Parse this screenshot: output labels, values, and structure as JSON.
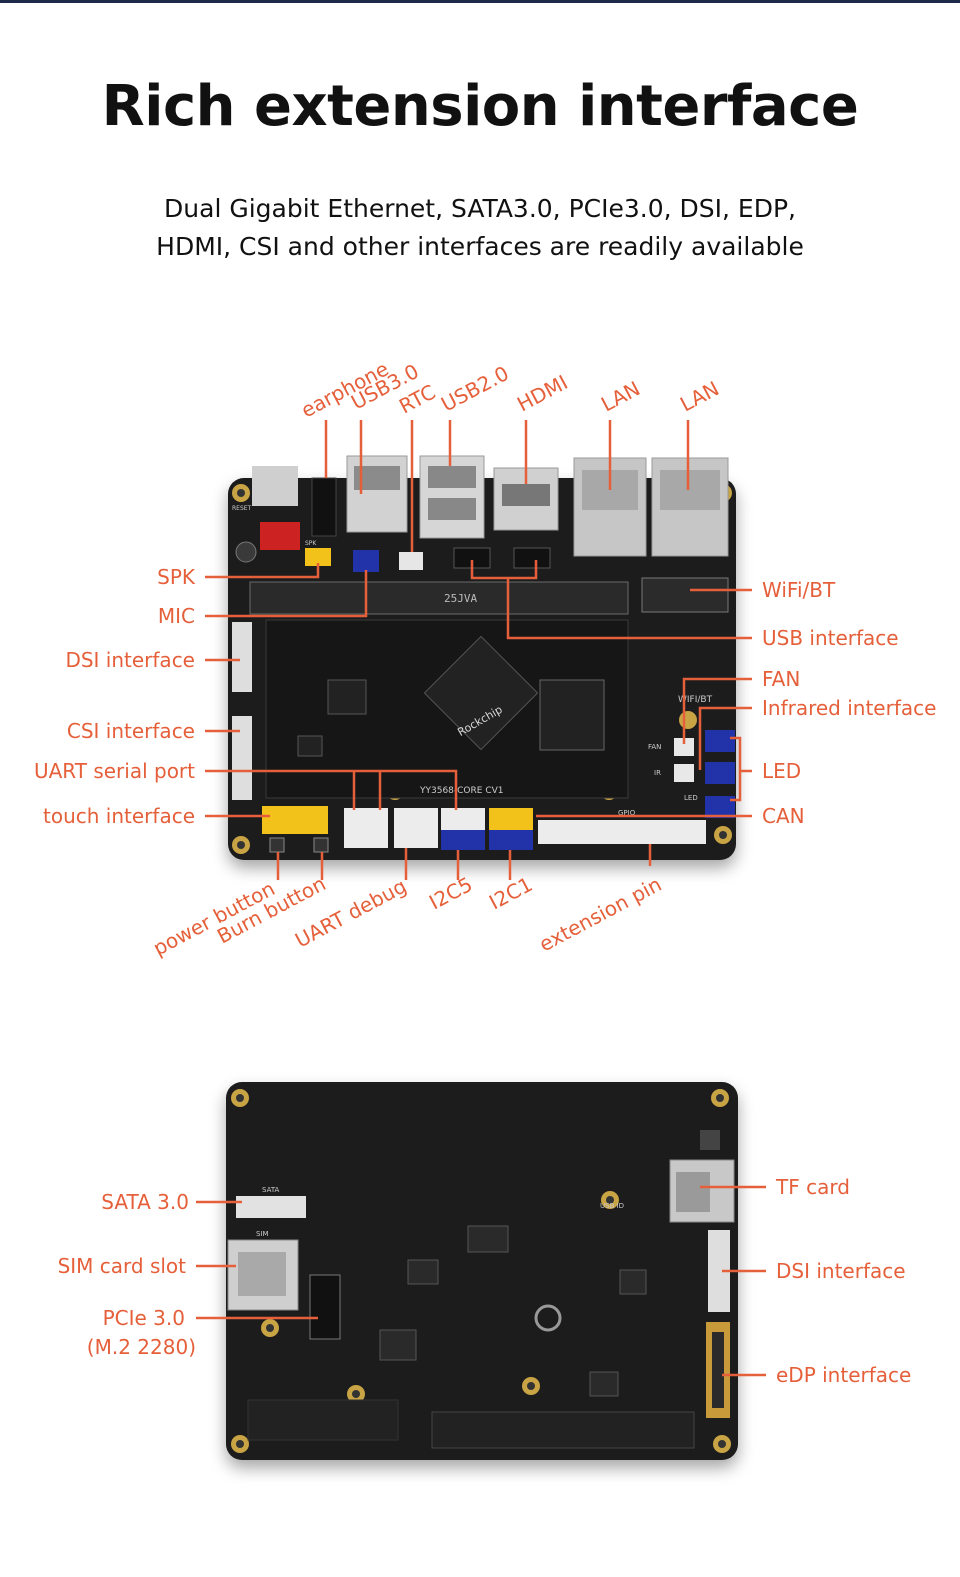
{
  "header": {
    "title": "Rich extension interface",
    "subtitle_line1": "Dual Gigabit Ethernet, SATA3.0, PCIe3.0, DSI, EDP,",
    "subtitle_line2": "HDMI, CSI and other interfaces are readily available"
  },
  "colors": {
    "accent": "#e5603a",
    "board": "#1c1c1c",
    "pad": "#c9a445"
  },
  "front_labels": {
    "earphone": "earphone",
    "usb30": "USB3.0",
    "rtc": "RTC",
    "usb20": "USB2.0",
    "hdmi": "HDMI",
    "lan1": "LAN",
    "lan2": "LAN",
    "spk": "SPK",
    "mic": "MIC",
    "dsi": "DSI interface",
    "csi": "CSI interface",
    "uart_serial": "UART serial port",
    "touch": "touch interface",
    "wifi_bt": "WiFi/BT",
    "usb_interface": "USB interface",
    "fan": "FAN",
    "infrared": "Infrared interface",
    "led": "LED",
    "can": "CAN",
    "power_button": "power button",
    "burn_button": "Burn button",
    "uart_debug": "UART debug",
    "i2c5": "I2C5",
    "i2c1": "I2C1",
    "extension_pin": "extension pin"
  },
  "back_labels": {
    "sata": "SATA 3.0",
    "sim": "SIM card slot",
    "pcie_line1": "PCIe 3.0",
    "pcie_line2": "(M.2 2280)",
    "tf": "TF card",
    "dsi": "DSI interface",
    "edp": "eDP interface"
  },
  "board_marks": {
    "brand": "Rockchip",
    "model": "YY3568-CORE CV1",
    "slot": "25JVA",
    "wifi_bt": "WIFI/BT",
    "gpio": "GPIO",
    "fan": "FAN",
    "ir": "IR",
    "led": "LED",
    "reset": "RESET",
    "spk": "SPK",
    "sata": "SATA",
    "sim": "SIM",
    "usb_id": "USB ID"
  }
}
